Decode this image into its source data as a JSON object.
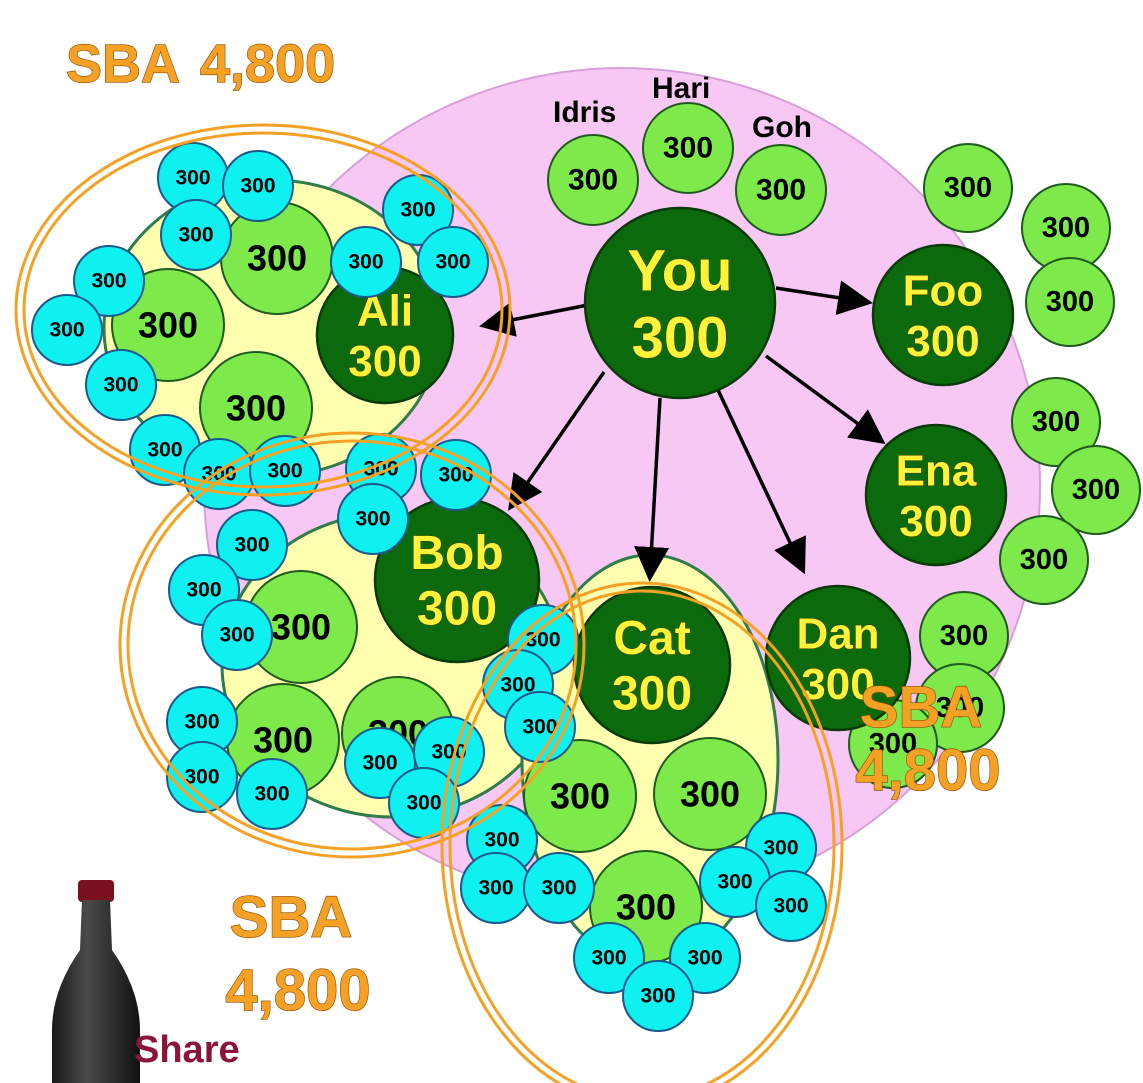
{
  "members": {
    "you": {
      "name": "You",
      "amount": "300"
    },
    "idris": {
      "name": "Idris",
      "amount": "300"
    },
    "hari": {
      "name": "Hari",
      "amount": "300"
    },
    "goh": {
      "name": "Goh",
      "amount": "300"
    },
    "ali": {
      "name": "Ali",
      "amount": "300"
    },
    "bob": {
      "name": "Bob",
      "amount": "300"
    },
    "cat": {
      "name": "Cat",
      "amount": "300"
    },
    "dan": {
      "name": "Dan",
      "amount": "300"
    },
    "ena": {
      "name": "Ena",
      "amount": "300"
    },
    "foo": {
      "name": "Foo",
      "amount": "300"
    }
  },
  "node_value": "300",
  "sba_groups": [
    {
      "label": "SBA",
      "total": "4,800"
    },
    {
      "label": "SBA",
      "total": "4,800"
    },
    {
      "label": "SBA",
      "total": "4,800"
    }
  ],
  "share_label": "Share",
  "colors": {
    "outer_circle": "#f8c8f4",
    "inner_group": "#ffffb0",
    "dark_node": "#0b6a0b",
    "light_node": "#7ee94a",
    "cyan_node": "#0ff0f0",
    "ring": "#f5a126",
    "name_text": "#fff33a",
    "share_text": "#8a1538"
  }
}
